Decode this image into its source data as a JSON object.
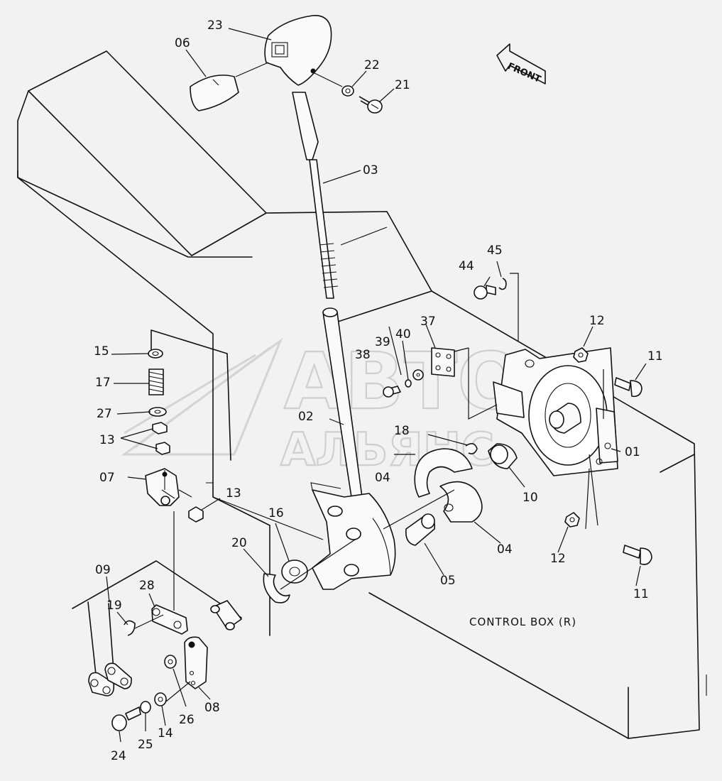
{
  "diagram": {
    "box_label": "CONTROL BOX (R)",
    "front_label": "FRONT",
    "watermark": [
      "АВТО",
      "АЛЬЯНС"
    ]
  },
  "callouts": {
    "p01": "01",
    "p02": "02",
    "p03": "03",
    "p04a": "04",
    "p04b": "04",
    "p05": "05",
    "p06": "06",
    "p07": "07",
    "p08": "08",
    "p09": "09",
    "p10": "10",
    "p11a": "11",
    "p11b": "11",
    "p12a": "12",
    "p12b": "12",
    "p13a": "13",
    "p13b": "13",
    "p14": "14",
    "p15": "15",
    "p16": "16",
    "p17": "17",
    "p18": "18",
    "p19": "19",
    "p20": "20",
    "p21": "21",
    "p22": "22",
    "p23": "23",
    "p24": "24",
    "p25": "25",
    "p26": "26",
    "p27": "27",
    "p28": "28",
    "p37": "37",
    "p38": "38",
    "p39": "39",
    "p40": "40",
    "p44": "44",
    "p45": "45"
  }
}
